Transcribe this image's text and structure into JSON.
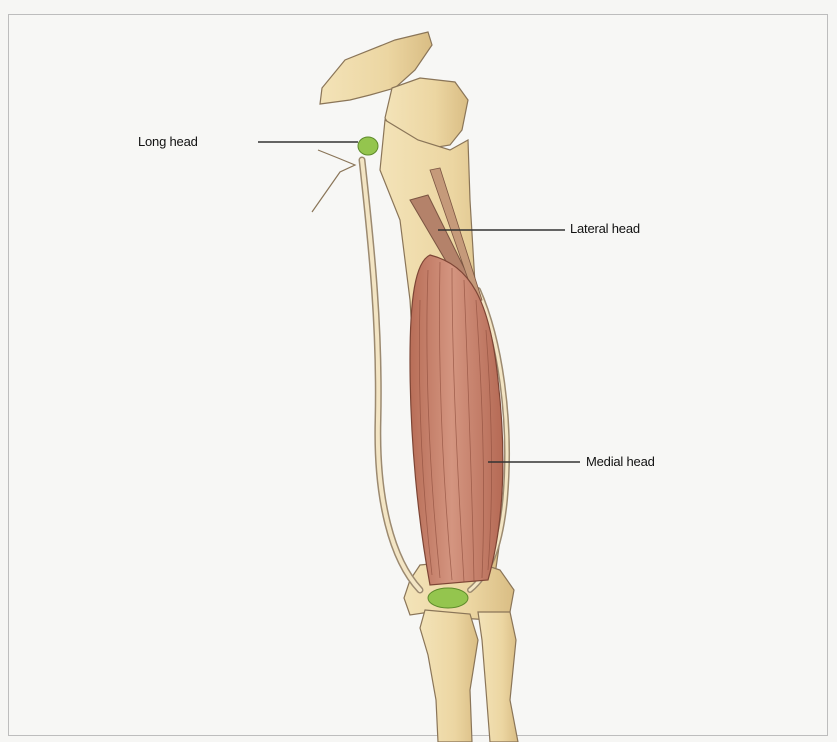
{
  "diagram": {
    "labels": {
      "long_head": "Long head",
      "lateral_head": "Lateral head",
      "medial_head": "Medial head"
    },
    "colors": {
      "bone": "#eed9a8",
      "bone_shadow": "#d6b97f",
      "muscle": "#c98a72",
      "muscle_dark": "#a8604c",
      "tendon": "#8fc24a",
      "outline": "#7b6a55",
      "leader_line": "#333333"
    }
  }
}
